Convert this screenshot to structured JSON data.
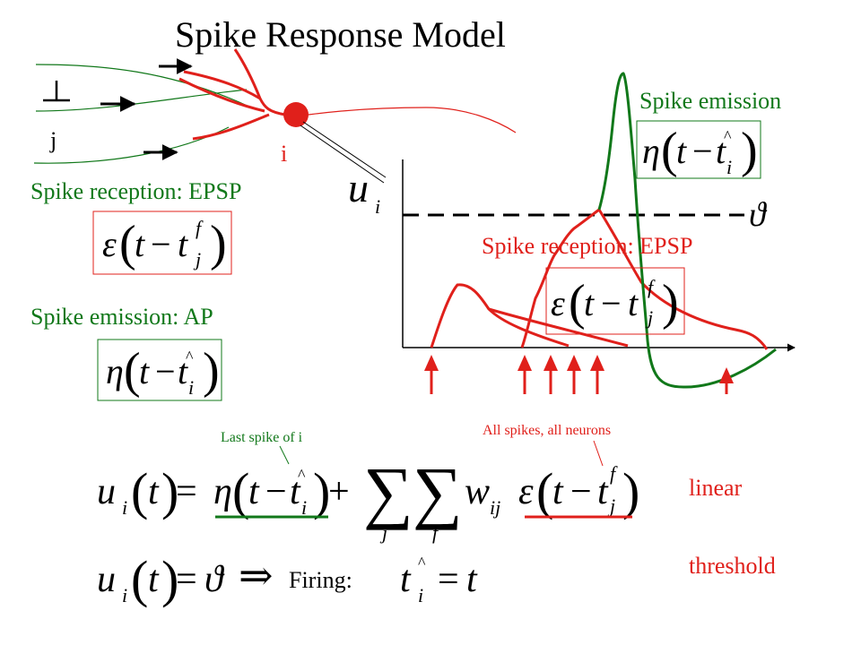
{
  "slide": {
    "title": "Spike Response Model",
    "colors": {
      "red": "#e0201b",
      "green": "#11781a",
      "black": "#000000"
    }
  },
  "labels": {
    "j": "j",
    "i": "i",
    "reception_left": "Spike reception: EPSP",
    "emission_ap": "Spike emission: AP",
    "emission_right": "Spike emission",
    "reception_right": "Spike reception: EPSP",
    "last_spike": "Last spike of i",
    "all_spikes": "All spikes, all neurons",
    "linear": "linear",
    "threshold": "threshold",
    "firing": "Firing:"
  },
  "math": {
    "u": "u",
    "sub_i": "i",
    "theta": "ϑ",
    "eta": "η",
    "epsilon": "ε",
    "t": "t",
    "minus": "−",
    "plus": "+",
    "equals": "=",
    "sup_f": "f",
    "sub_j": "j",
    "hat": "^",
    "sum": "∑",
    "sum_j": "j",
    "sum_f": "f",
    "w": "w",
    "sub_ij": "ij",
    "open_paren": "(",
    "close_paren": ")",
    "implies": "⇒"
  }
}
